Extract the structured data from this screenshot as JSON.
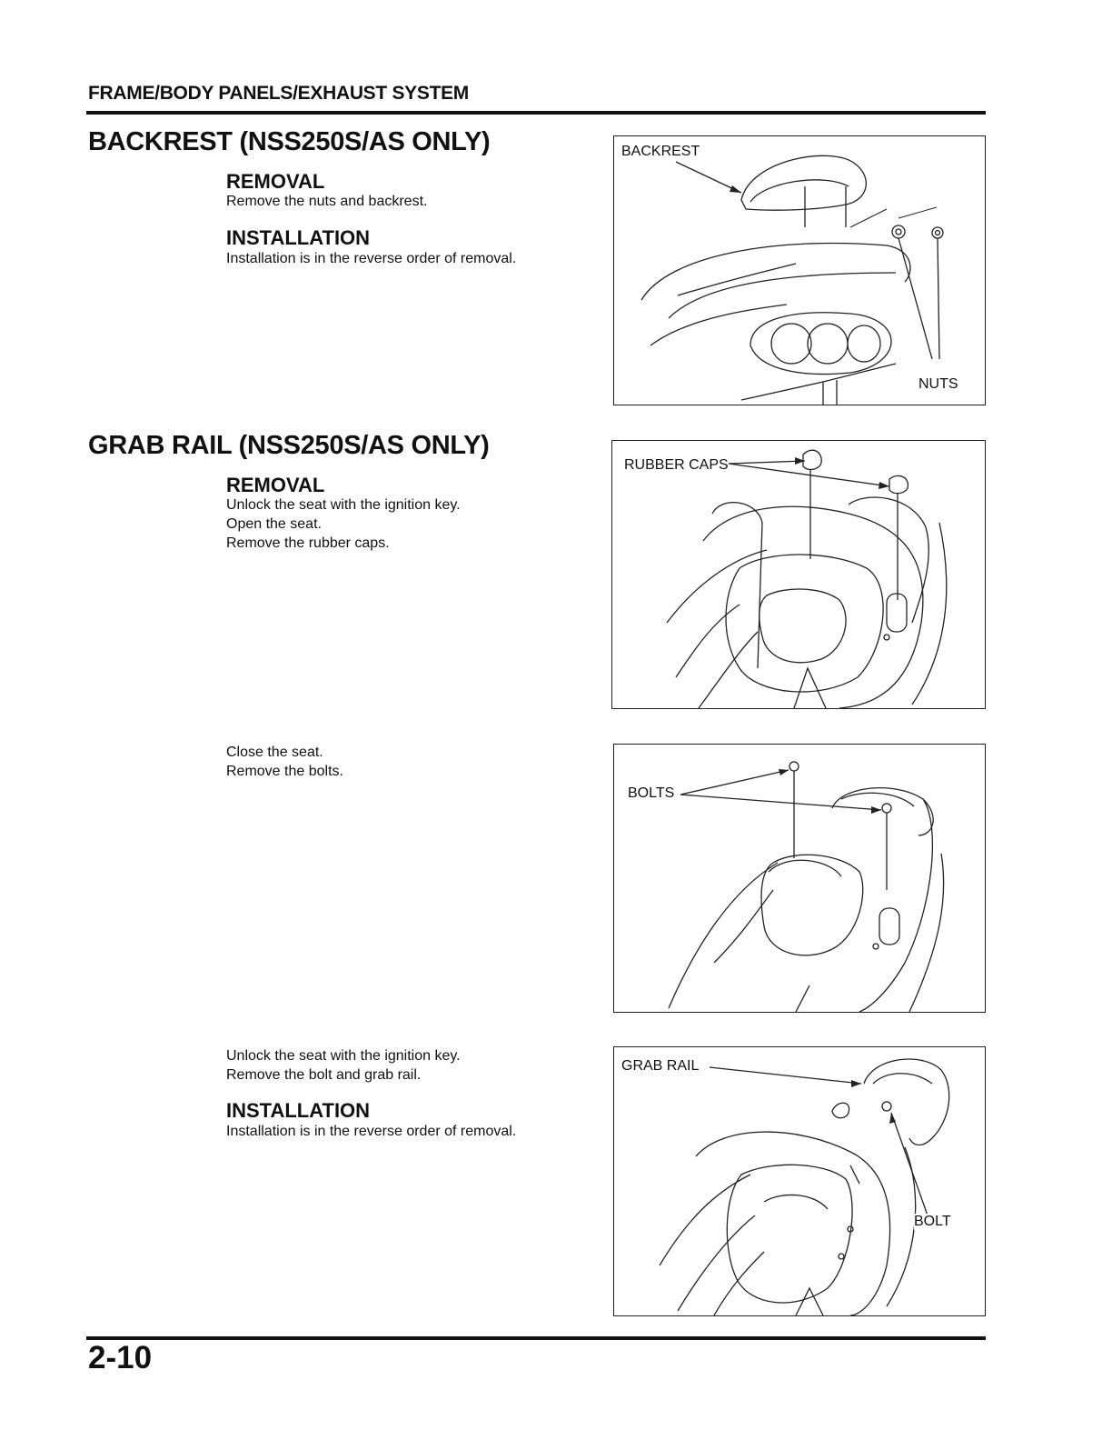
{
  "header": {
    "title": "FRAME/BODY PANELS/EXHAUST SYSTEM"
  },
  "sections": [
    {
      "title": "BACKREST (NSS250S/AS ONLY)",
      "removal_heading": "REMOVAL",
      "removal_text": [
        "Remove the nuts and backrest."
      ],
      "installation_heading": "INSTALLATION",
      "installation_text": [
        "Installation is in the reverse order of removal."
      ]
    },
    {
      "title": "GRAB RAIL (NSS250S/AS ONLY)",
      "removal_heading": "REMOVAL",
      "removal_text": [
        "Unlock the seat with the ignition key.",
        "Open the seat.",
        "Remove the rubber caps."
      ],
      "step2_text": [
        "Close the seat.",
        "Remove the bolts."
      ],
      "step3_text": [
        "Unlock the seat with the ignition key.",
        "Remove the bolt and grab rail."
      ],
      "installation_heading": "INSTALLATION",
      "installation_text": [
        "Installation is in the reverse order of removal."
      ]
    }
  ],
  "figures": {
    "backrest": {
      "label_backrest": "BACKREST",
      "label_nuts": "NUTS"
    },
    "rubber_caps": {
      "label_caps": "RUBBER CAPS"
    },
    "bolts": {
      "label_bolts": "BOLTS"
    },
    "grab_rail": {
      "label_rail": "GRAB RAIL",
      "label_bolt": "BOLT"
    }
  },
  "footer": {
    "page_number": "2-10"
  }
}
